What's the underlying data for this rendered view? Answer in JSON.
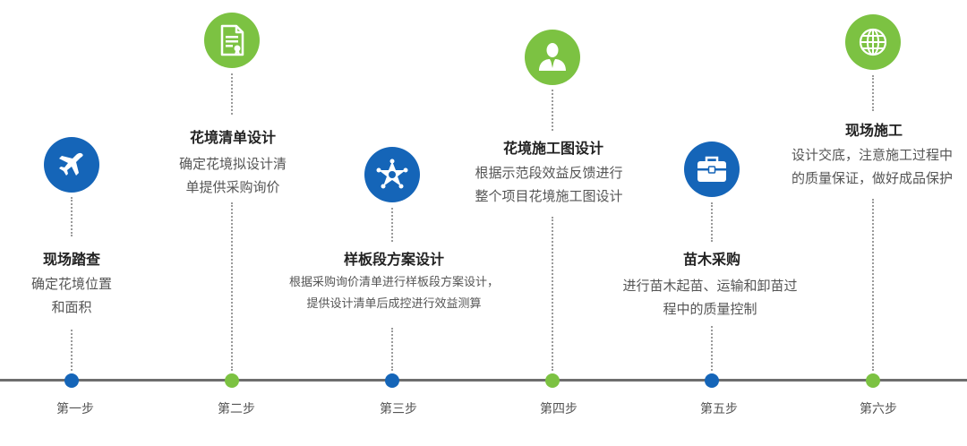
{
  "colors": {
    "blue": "#1565b8",
    "green": "#7cc242",
    "line": "#6e6e6e",
    "text": "#444444"
  },
  "steps": [
    {
      "label": "第一步",
      "title": "现场踏查",
      "desc": [
        "确定花境位置",
        "和面积"
      ],
      "icon": "airplane-icon",
      "color": "blue"
    },
    {
      "label": "第二步",
      "title": "花境清单设计",
      "desc": [
        "确定花境拟设计清",
        "单提供采购询价"
      ],
      "icon": "document-icon",
      "color": "green"
    },
    {
      "label": "第三步",
      "title": "样板段方案设计",
      "desc": [
        "根据采购询价清单进行样板段方案设计，",
        "提供设计清单后成控进行效益测算"
      ],
      "icon": "star-badge-icon",
      "color": "blue"
    },
    {
      "label": "第四步",
      "title": "花境施工图设计",
      "desc": [
        "根据示范段效益反馈进行",
        "整个项目花境施工图设计"
      ],
      "icon": "person-icon",
      "color": "green"
    },
    {
      "label": "第五步",
      "title": "苗木采购",
      "desc": [
        "进行苗木起苗、运输和卸苗过",
        "程中的质量控制"
      ],
      "icon": "toolbox-icon",
      "color": "blue"
    },
    {
      "label": "第六步",
      "title": "现场施工",
      "desc": [
        "设计交底，注意施工过程中",
        "的质量保证，做好成品保护"
      ],
      "icon": "globe-icon",
      "color": "green"
    }
  ]
}
